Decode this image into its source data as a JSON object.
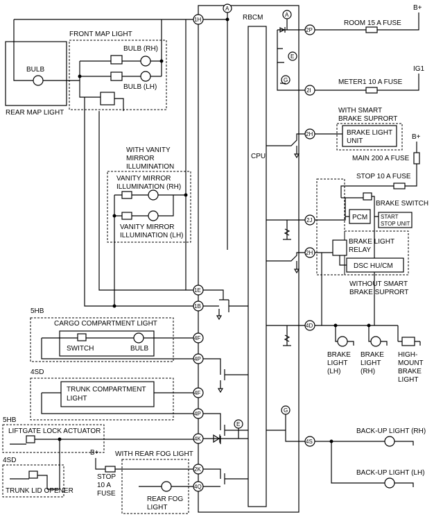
{
  "labels": {
    "rbcm": "RBCM",
    "cpu": "CPU",
    "b_plus": "B+",
    "ig1": "IG1",
    "room_fuse": "ROOM 15 A FUSE",
    "meter_fuse": "METER1 10 A FUSE",
    "with_smart_1": "WITH SMART",
    "with_smart_2": "BRAKE SUPRORT",
    "brake_unit_1": "BRAKE LIGHT",
    "brake_unit_2": "UNIT",
    "main_fuse": "MAIN 200 A FUSE",
    "stop_fuse": "STOP 10 A FUSE",
    "brake_switch": "BRAKE SWITCH",
    "pcm": "PCM",
    "start_stop_1": "START",
    "start_stop_2": "STOP UNIT",
    "brake_relay_1": "BRAKE LIGHT",
    "brake_relay_2": "RELAY",
    "dsc": "DSC HU/CM",
    "without_smart_1": "WITHOUT SMART",
    "without_smart_2": "BRAKE SUPRORT",
    "front_map": "FRONT MAP LIGHT",
    "bulb_rh": "BULB (RH)",
    "bulb_lh": "BULB (LH)",
    "bulb": "BULB",
    "rear_map": "REAR MAP LIGHT",
    "with_vanity_1": "WITH VANITY",
    "with_vanity_2": "MIRROR",
    "with_vanity_3": "ILLUMINATION",
    "vanity_rh_1": "VANITY MIRROR",
    "vanity_rh_2": "ILLUMINATION (RH)",
    "vanity_lh_1": "VANITY MIRROR",
    "vanity_lh_2": "ILLUMINATION (LH)",
    "hb5": "5HB",
    "cargo_light": "CARGO COMPARTMENT LIGHT",
    "switch": "SWITCH",
    "sd4": "4SD",
    "trunk_light_1": "TRUNK COMPARTMENT",
    "trunk_light_2": "LIGHT",
    "liftgate": "LIFTGATE LOCK ACTUATOR",
    "trunk_opener": "TRUNK LID OPENER",
    "with_rear_fog": "WITH REAR FOG LIGHT",
    "stop_fuse_b_1": "STOP",
    "stop_fuse_b_2": "10 A",
    "stop_fuse_b_3": "FUSE",
    "rear_fog_1": "REAR FOG",
    "rear_fog_2": "LIGHT",
    "brake_lh_1": "BRAKE",
    "brake_lh_2": "LIGHT",
    "brake_lh_3": "(LH)",
    "brake_rh_1": "BRAKE",
    "brake_rh_2": "LIGHT",
    "brake_rh_3": "(RH)",
    "hm_1": "HIGH-",
    "hm_2": "MOUNT",
    "hm_3": "BRAKE",
    "hm_4": "LIGHT",
    "backup_rh": "BACK-UP LIGHT (RH)",
    "backup_lh": "BACK-UP LIGHT (LH)",
    "ref_a": "A",
    "ref_e": "E",
    "ref_g": "G"
  },
  "terminals": {
    "t1h": "1H",
    "t1e": "1E",
    "t1b": "1B",
    "t4f_a": "4F",
    "t4p_a": "4P",
    "t4f_b": "4F",
    "t4p_b": "4P",
    "t4k": "4K",
    "t2k": "2K",
    "t4q": "4Q",
    "t2p": "2P",
    "t2i": "2I",
    "t2h_a": "2H",
    "t2j": "2J",
    "t2h_b": "2H",
    "t4d": "4D",
    "t4s": "4S"
  }
}
